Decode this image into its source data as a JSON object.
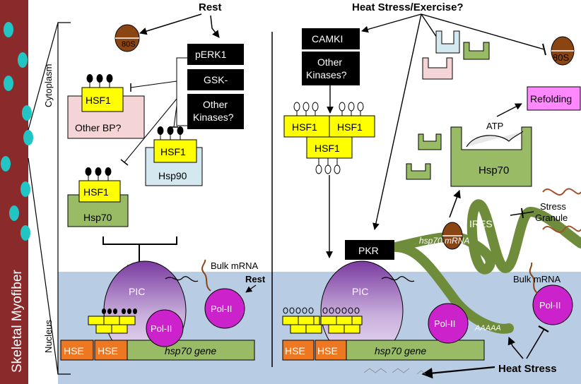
{
  "titles": {
    "rest": "Rest",
    "heat": "Heat Stress/Exercise?"
  },
  "side": {
    "fiber": "Skeletal Myofiber",
    "cytoplasm": "Cytoplasm",
    "nucleus": "Nucleus"
  },
  "rest": {
    "ribosome": "80S",
    "kinases": [
      "pERK1",
      "GSK-",
      "Other",
      "Kinases?"
    ],
    "hsf1": "HSF1",
    "other_bp": "Other BP?",
    "hsp90": "Hsp90",
    "hsp70": "Hsp70",
    "bulk_mrna": "Bulk mRNA",
    "rest_label": "Rest",
    "pic": "PIC",
    "pol2": "Pol-II",
    "hse": "HSE",
    "gene": "hsp70 gene"
  },
  "heat": {
    "camki": "CAMKI",
    "other_kinases": [
      "Other",
      "Kinases?"
    ],
    "hsf1": "HSF1",
    "ribosome": "80S",
    "refolding": "Refolding",
    "atp": "ATP",
    "hsp70": "Hsp70",
    "stress_granule": [
      "Stress",
      "Granule"
    ],
    "ires": "IRES",
    "pkr": "PKR",
    "hsp70_mrna": "hsp70 mRNA",
    "polya": "AAAAA",
    "bulk_mrna": "Bulk mRNA",
    "pic": "PIC",
    "pol2": "Pol-II",
    "hse": "HSE",
    "gene": "hsp70 gene",
    "heat_stress": "Heat Stress"
  },
  "colors": {
    "hsf1": "#ffff00",
    "hsp70_box": "#99bb66",
    "hse": "#ee7722",
    "nucleus": "#b8cce4",
    "fiber": "#8b2a2a",
    "dots": "#22c4c4",
    "pol2": "#cc22cc",
    "ribosome": "#8b4513",
    "refolding": "#ff88ff"
  }
}
